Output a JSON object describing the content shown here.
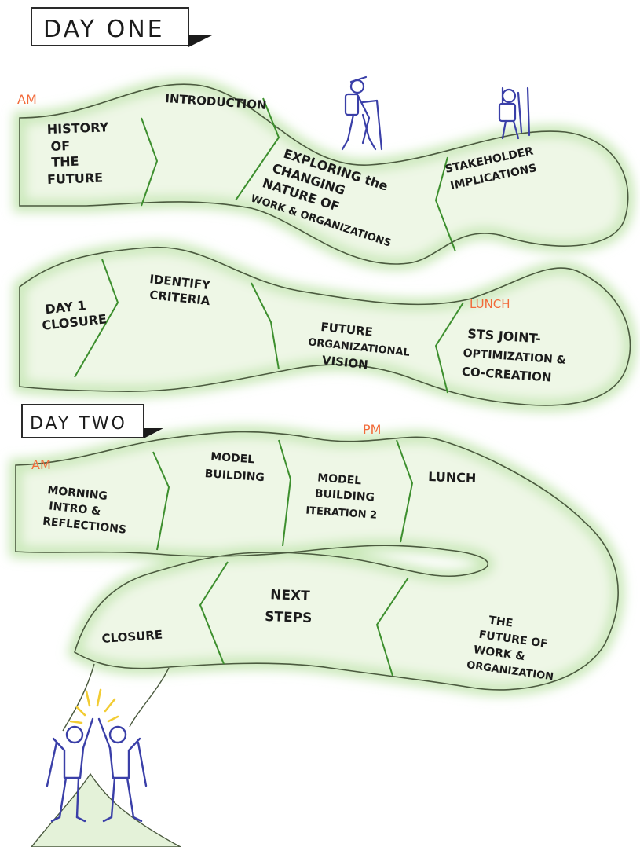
{
  "day_one": {
    "title": "DAY ONE",
    "am": "AM",
    "lunch": "LUNCH",
    "history": [
      "HISTORY",
      "OF",
      "THE",
      "FUTURE"
    ],
    "introduction": [
      "INTRODUCTION"
    ],
    "exploring": [
      "EXPLORING the",
      "CHANGING",
      "NATURE OF",
      "WORK & ORGANIZATIONS"
    ],
    "stakeholder": [
      "STAKEHOLDER",
      "IMPLICATIONS"
    ],
    "identify": [
      "IDENTIFY",
      "CRITERIA"
    ],
    "closure": [
      "DAY 1",
      "CLOSURE"
    ],
    "vision": [
      "FUTURE",
      "ORGANIZATIONAL",
      "VISION"
    ],
    "sts": [
      "STS JOINT-",
      "OPTIMIZATION &",
      "CO-CREATION"
    ]
  },
  "day_two": {
    "title": "DAY TWO",
    "am": "AM",
    "pm": "PM",
    "morning": [
      "MORNING",
      "INTRO &",
      "REFLECTIONS"
    ],
    "model": [
      "MODEL",
      "BUILDING"
    ],
    "model2": [
      "MODEL",
      "BUILDING",
      "ITERATION 2"
    ],
    "lunch": [
      "LUNCH"
    ],
    "future_work": [
      "THE",
      "FUTURE OF",
      "WORK &",
      "ORGANIZATION"
    ],
    "next_steps": [
      "NEXT",
      "STEPS"
    ],
    "closure": [
      "CLOSURE"
    ]
  },
  "colors": {
    "ink": "#1b1b1b",
    "road_fill": "#eef7e6",
    "road_glow": "#c9e8b8",
    "time_marker": "#f26a3a",
    "hiker": "#3a3fa8",
    "sun": "#f2cc33"
  },
  "icons": [
    "hiker-icon",
    "climber-icon",
    "high-five-hikers-icon",
    "flag-arrow-icon"
  ]
}
